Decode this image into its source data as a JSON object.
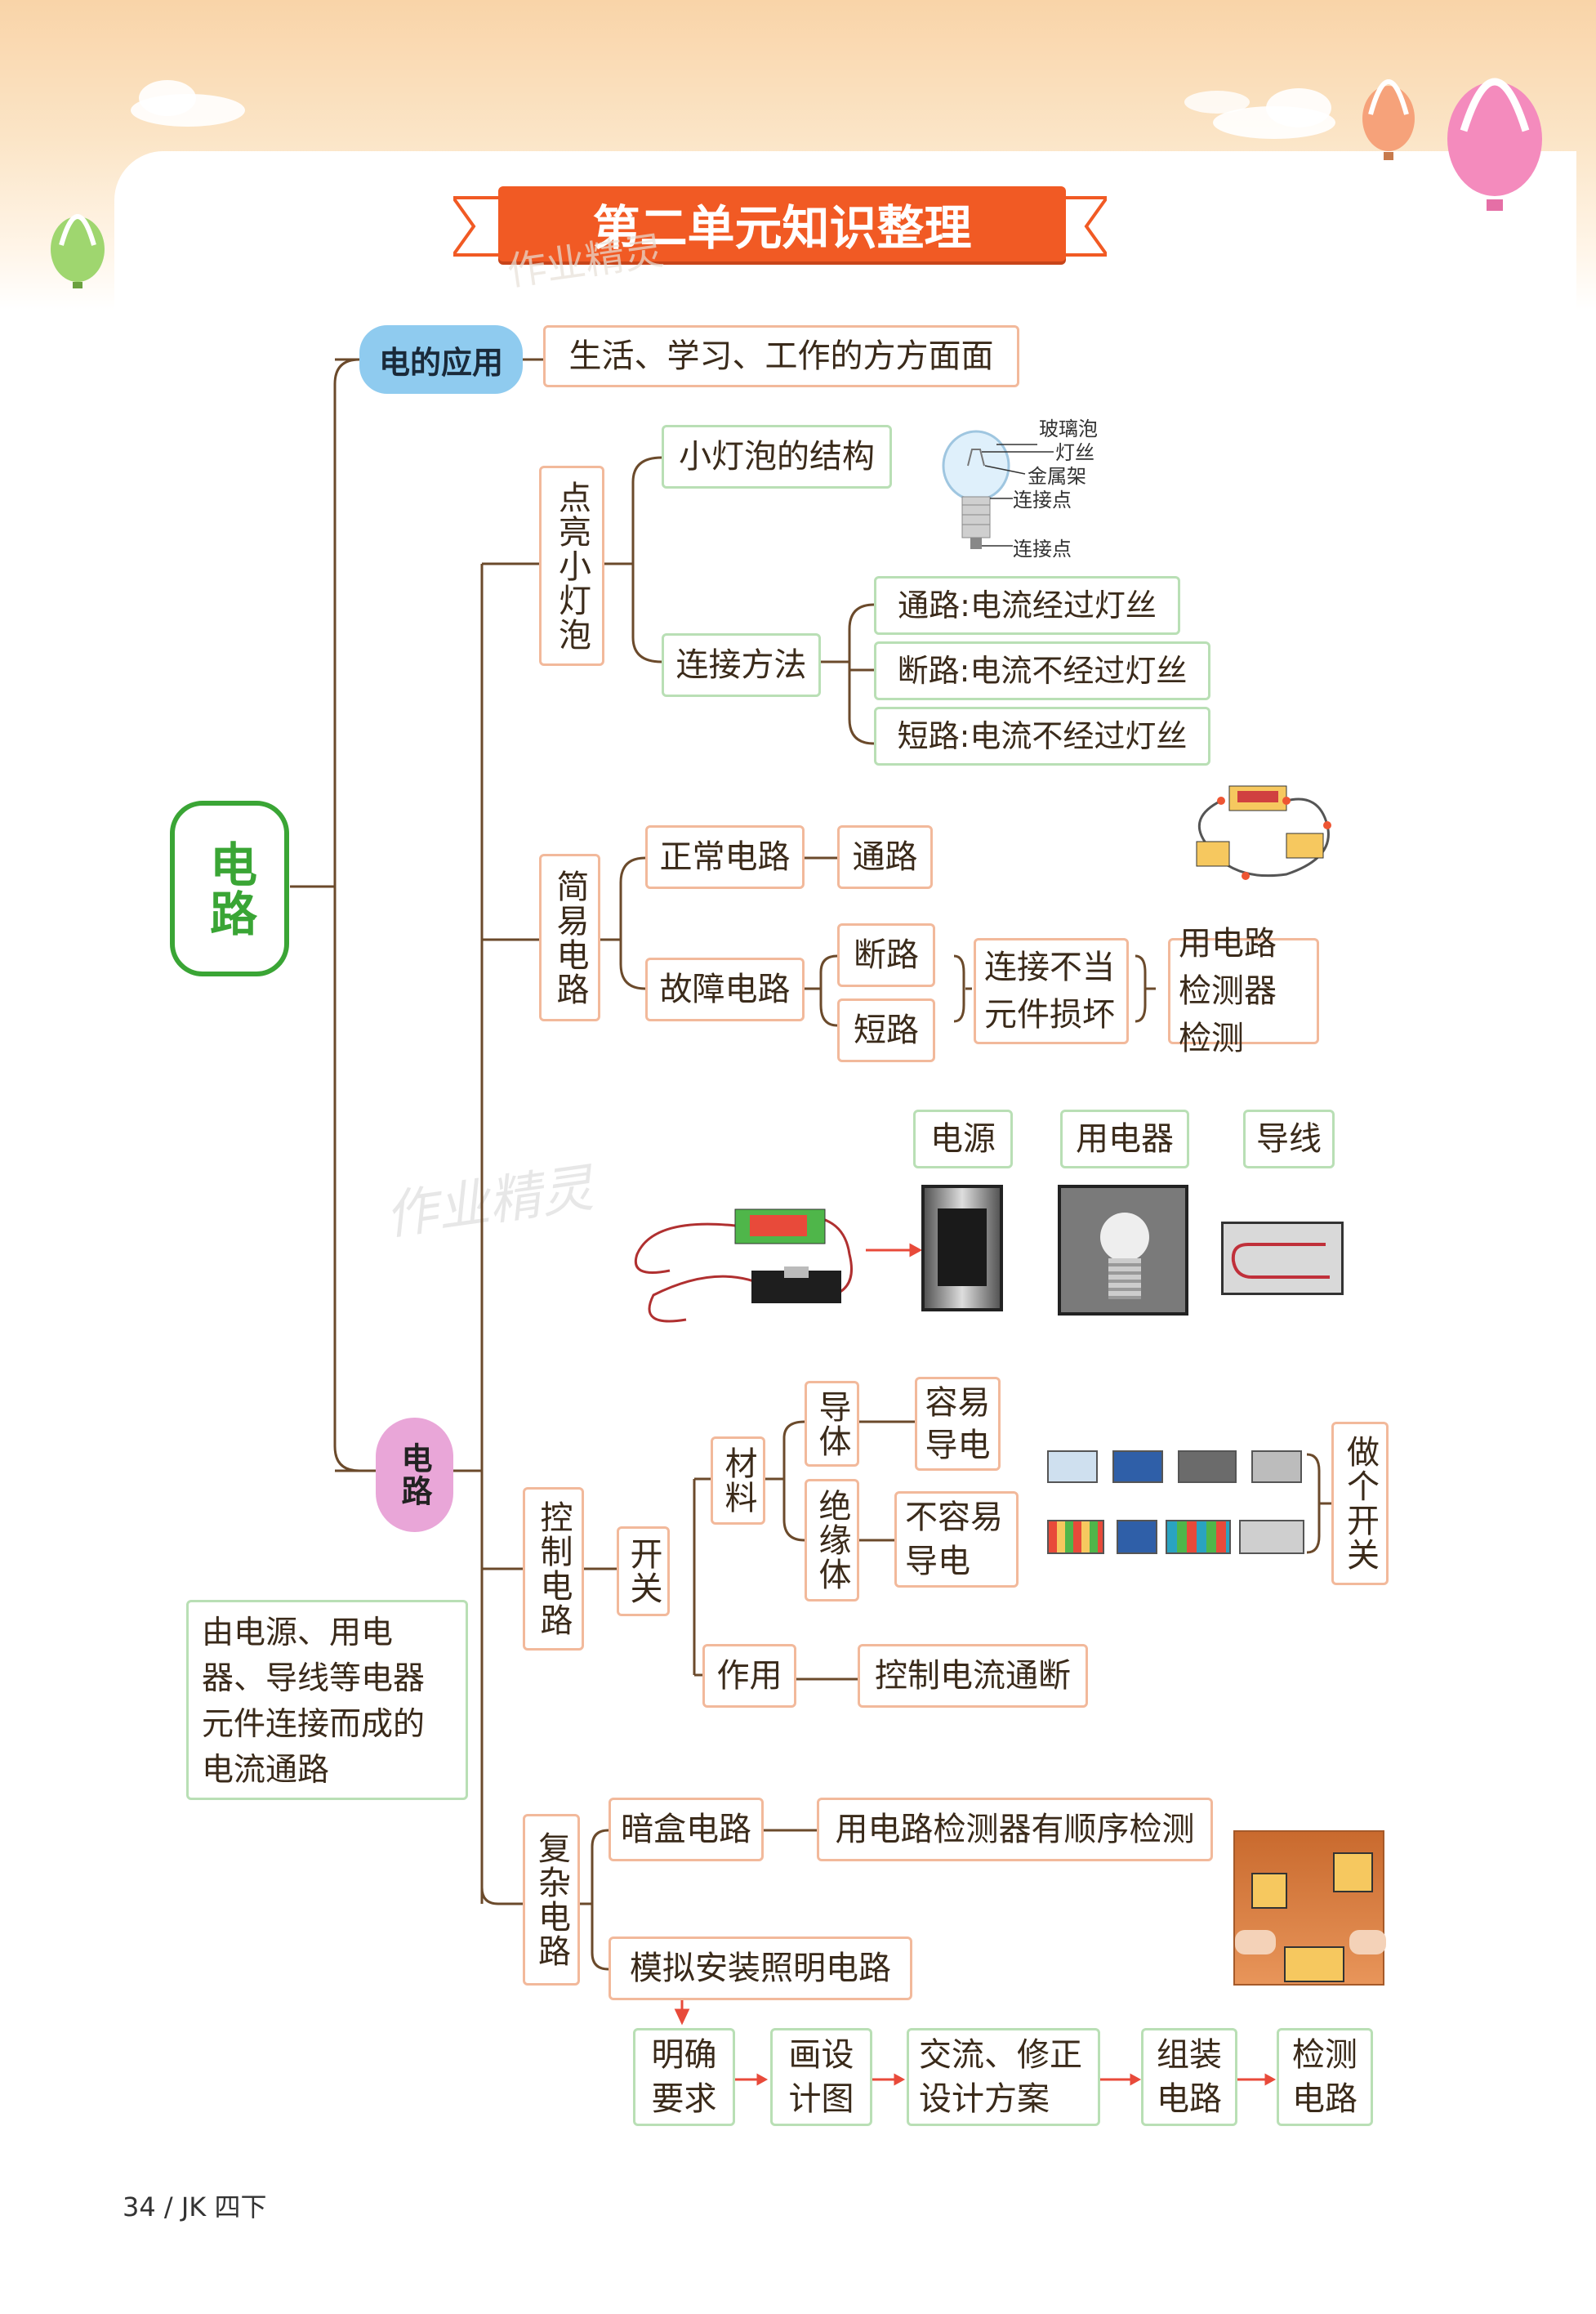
{
  "title": "第二单元知识整理",
  "root": "电路",
  "section_app": {
    "label": "电的应用",
    "desc": "生活、学习、工作的方方面面"
  },
  "section_circuit": {
    "label": "电路"
  },
  "definition": "由电源、用电器、导线等电器元件连接而成的电流通路",
  "light_bulb": {
    "label": "点亮小灯泡",
    "structure": "小灯泡的结构",
    "method": "连接方法",
    "bulb_parts": [
      "玻璃泡",
      "灯丝",
      "金属架",
      "连接点",
      "连接点"
    ],
    "states": [
      "通路:电流经过灯丝",
      "断路:电流不经过灯丝",
      "短路:电流不经过灯丝"
    ]
  },
  "simple_circuit": {
    "label": "简易电路",
    "normal": "正常电路",
    "normal_result": "通路",
    "fault": "故障电路",
    "fault_types": [
      "断路",
      "短路"
    ],
    "causes": "连接不当元件损坏",
    "detect": "用电路检测器检测"
  },
  "components": [
    "电源",
    "用电器",
    "导线"
  ],
  "control": {
    "label": "控制电路",
    "switch": "开关",
    "material": "材料",
    "conductor": "导体",
    "conductor_desc": "容易导电",
    "insulator": "绝缘体",
    "insulator_desc": "不容易导电",
    "make_switch": "做个开关",
    "function": "作用",
    "function_desc": "控制电流通断"
  },
  "complex": {
    "label": "复杂电路",
    "blackbox": "暗盒电路",
    "blackbox_desc": "用电路检测器有顺序检测",
    "simulate": "模拟安装照明电路",
    "steps": [
      "明确要求",
      "画设计图",
      "交流、修正设计方案",
      "组装电路",
      "检测电路"
    ]
  },
  "watermark": "作业精灵",
  "footer": "34 / JK 四下",
  "colors": {
    "accent": "#f15a24",
    "border_orange": "#f2b99b",
    "border_green": "#b9dfb5",
    "root_green": "#3aa535",
    "pill_blue": "#8fcbef",
    "pill_pink": "#e9a6d8"
  }
}
